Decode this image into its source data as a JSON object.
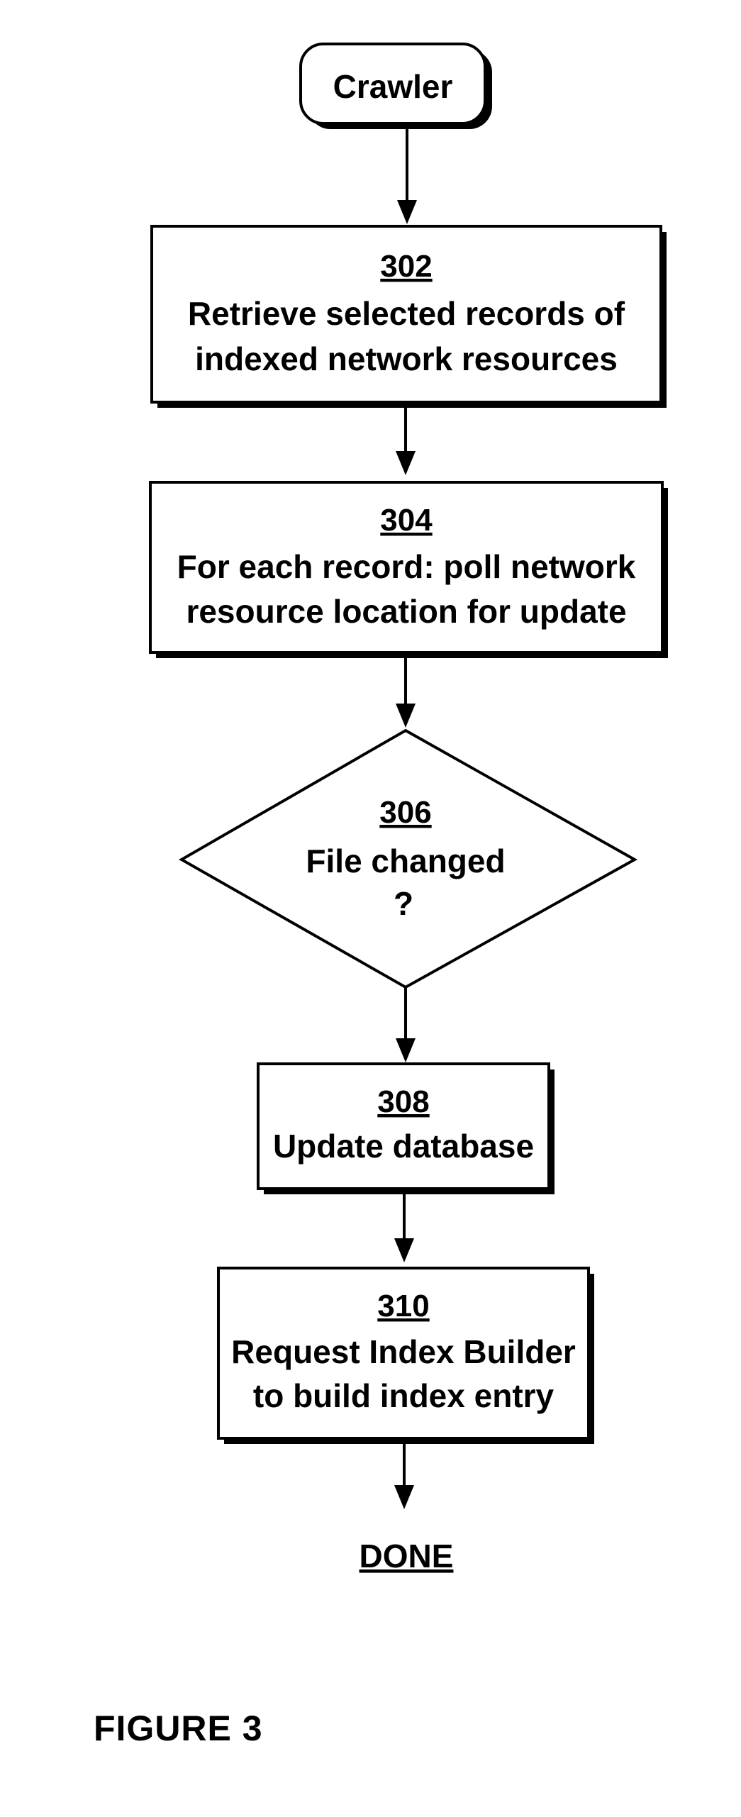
{
  "flowchart": {
    "start": {
      "label": "Crawler"
    },
    "step_302": {
      "ref": "302",
      "lines": [
        "Retrieve selected records of",
        "indexed network resources"
      ]
    },
    "step_304": {
      "ref": "304",
      "lines": [
        "For each record: poll network",
        "resource location for update"
      ]
    },
    "decision_306": {
      "ref": "306",
      "lines": [
        "File changed",
        "?"
      ]
    },
    "step_308": {
      "ref": "308",
      "lines": [
        "Update database"
      ]
    },
    "step_310": {
      "ref": "310",
      "lines": [
        "Request Index Builder",
        "to build index entry"
      ]
    },
    "end": {
      "label": "DONE"
    }
  },
  "figure": {
    "label": "FIGURE 3"
  }
}
